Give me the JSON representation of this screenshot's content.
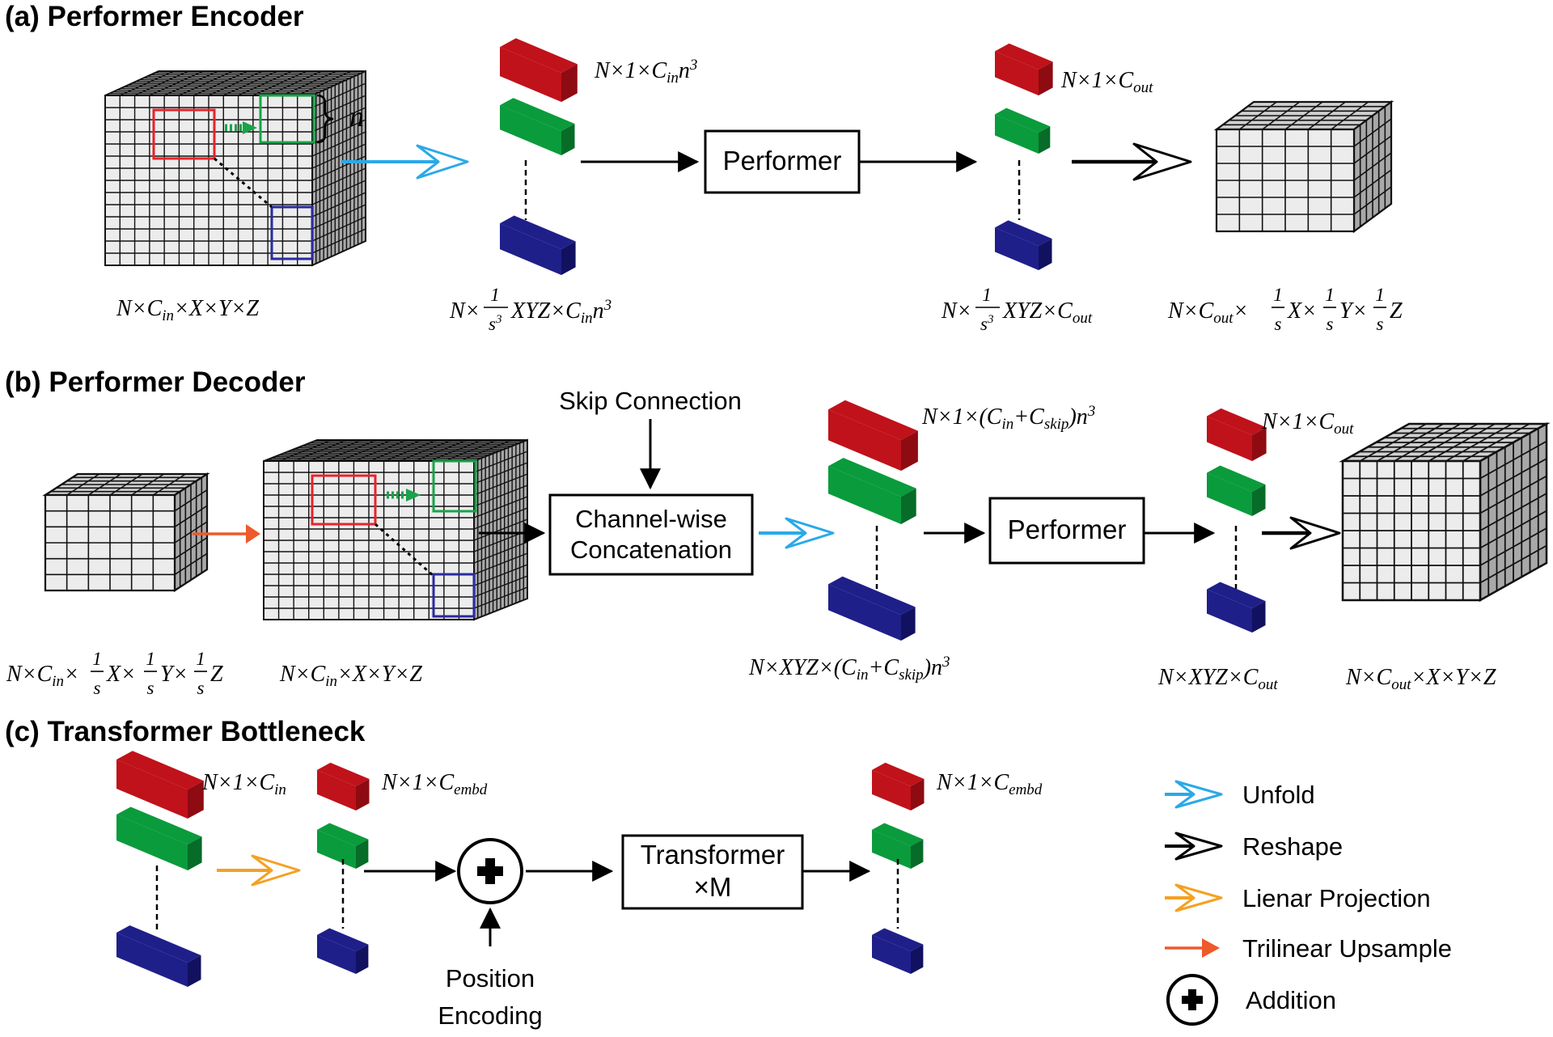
{
  "colors": {
    "red": "#c0121a",
    "green": "#0a9b3c",
    "blue": "#1f1f8a",
    "unfold": "#2aa9e8",
    "reshape": "#000000",
    "projection": "#f4a122",
    "upsample": "#ee5a2a",
    "grid_top": "#d0d0d0",
    "grid_front": "#ececec",
    "grid_side": "#a8a8a8"
  },
  "encoder": {
    "title": "(a) Performer Encoder",
    "n_label": "n",
    "performer": "Performer",
    "dims": {
      "input": "N×C_in×X×Y×Z",
      "token_top": "N×1×C_in n^3",
      "tokens": "N×(1/s^3)XYZ×C_in n^3",
      "out_top": "N×1×C_out",
      "out_tokens": "N×(1/s^3)XYZ×C_out",
      "output": "N×C_out×(1/s)X×(1/s)Y×(1/s)Z"
    }
  },
  "decoder": {
    "title": "(b) Performer Decoder",
    "skip": "Skip Connection",
    "concat_line1": "Channel-wise",
    "concat_line2": "Concatenation",
    "performer": "Performer",
    "dims": {
      "small_input": "N×C_in×(1/s)X×(1/s)Y×(1/s)Z",
      "upsampled": "N×C_in×X×Y×Z",
      "token_top": "N×1×(C_in+C_skip)n^3",
      "tokens": "N×XYZ×(C_in+C_skip)n^3",
      "out_top": "N×1×C_out",
      "out_tokens": "N×XYZ×C_out",
      "output": "N×C_out×X×Y×Z"
    }
  },
  "bottleneck": {
    "title": "(c) Transformer Bottleneck",
    "transformer_line1": "Transformer",
    "transformer_line2": "×M",
    "position_line1": "Position",
    "position_line2": "Encoding",
    "dims": {
      "in_top": "N×1×C_in",
      "embd_top": "N×1×C_embd",
      "out_top": "N×1×C_embd"
    }
  },
  "legend": {
    "items": [
      {
        "icon": "unfold-arrow-icon",
        "label": "Unfold"
      },
      {
        "icon": "reshape-arrow-icon",
        "label": "Reshape"
      },
      {
        "icon": "projection-arrow-icon",
        "label": "Lienar Projection"
      },
      {
        "icon": "upsample-arrow-icon",
        "label": "Trilinear Upsample"
      },
      {
        "icon": "addition-icon",
        "label": "Addition"
      }
    ]
  }
}
